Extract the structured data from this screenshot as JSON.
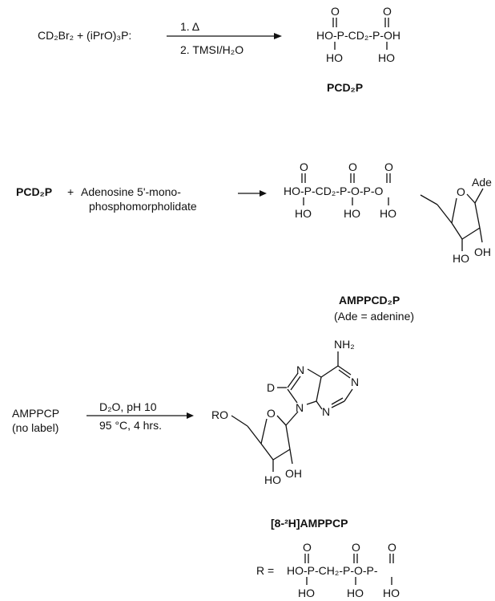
{
  "reaction1": {
    "reactants": "CD₂Br₂ + (iPrO)₃P:",
    "step1": "1.  Δ",
    "step2": "2. TMSI/H₂O",
    "product_structure": {
      "group1": "HO-P-CD₂-P-OH",
      "hydroxyls": [
        "HO",
        "HO"
      ],
      "oxo": [
        "O",
        "O"
      ]
    },
    "product_name": "PCD₂P"
  },
  "reaction2": {
    "reactant": "PCD₂P",
    "plus": "+",
    "reagent_line1": "Adenosine 5'-mono-",
    "reagent_line2": "phosphomorpholidate",
    "chain": "HO-P-CD₂-P-O-P-O",
    "hydroxyls": [
      "HO",
      "HO",
      "HO"
    ],
    "oxo": [
      "O",
      "O",
      "O"
    ],
    "ring_O": "O",
    "base": "Ade",
    "sugar_hydroxyls": [
      "HO",
      "OH"
    ],
    "product_name": "AMPPCD₂P",
    "note": "(Ade = adenine)"
  },
  "reaction3": {
    "reactant_line1": "AMPPCP",
    "reactant_line2": "(no label)",
    "cond1": "D₂O, pH 10",
    "cond2": "95 °C, 4 hrs.",
    "nh2": "NH₂",
    "D": "D",
    "N": "N",
    "RO": "RO",
    "ring_O": "O",
    "sugar_hydroxyls": [
      "HO",
      "OH"
    ],
    "product_name": "[8-²H]AMPPCP"
  },
  "R_definition": {
    "label": "R =",
    "chain": "HO-P-CH₂-P-O-P-",
    "hydroxyls": [
      "HO",
      "HO",
      "HO"
    ],
    "oxo": [
      "O",
      "O",
      "O"
    ]
  }
}
